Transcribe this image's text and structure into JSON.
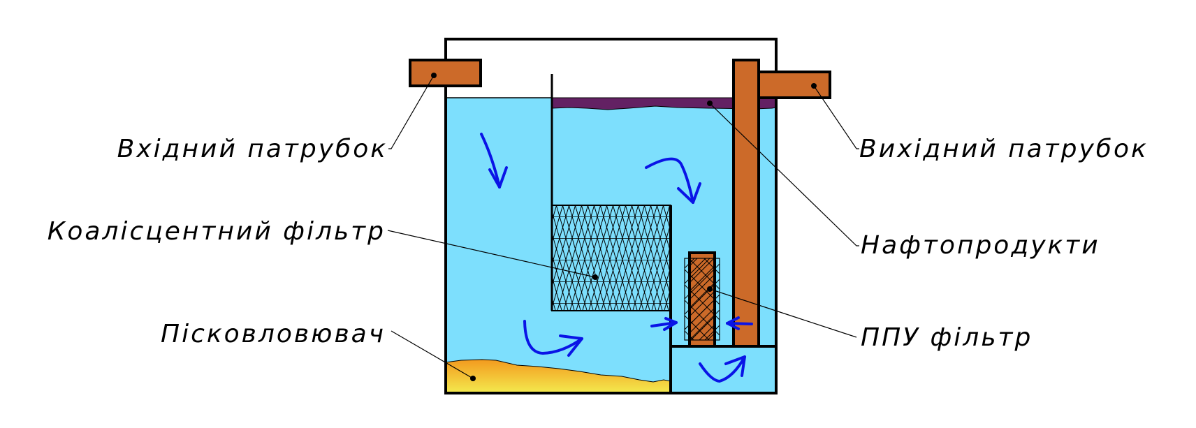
{
  "diagram": {
    "type": "oil-water separator schematic",
    "colors": {
      "water": "#7ddffd",
      "oil": "#632163",
      "pipe": "#cc6a29",
      "sand_top": "#f39a1e",
      "sand_bottom": "#f3ea4e",
      "flow_arrows": "#0a14e6",
      "outline": "#000000"
    },
    "labels": {
      "inlet_pipe": "Вхідний патрубок",
      "coalescing_filter": "Коалісцентний фільтр",
      "sand_trap": "Пісковловювач",
      "outlet_pipe": "Вихідний патрубок",
      "oil_products": "Нафтопродукти",
      "ppu_filter": "ППУ фільтр"
    }
  }
}
